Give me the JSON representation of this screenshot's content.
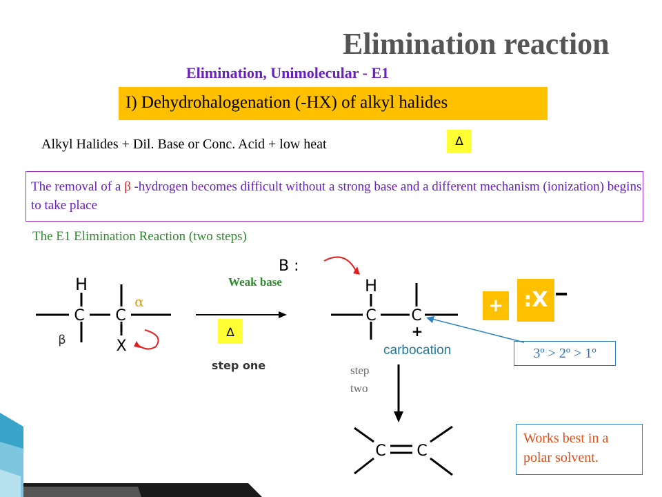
{
  "title": "Elimination reaction",
  "subtitle": "Elimination, Unimolecular - E1",
  "banner": "I) Dehydrohalogenation  (-HX) of alkyl halides",
  "reagents_text": "Alkyl Halides  +  Dil. Base or Conc. Acid + low heat",
  "delta_symbol": "∆",
  "note": {
    "part1": "The removal of a ",
    "beta": "β",
    "part2": " -hydrogen becomes difficult without a strong base and a different mechanism  (ionization) begins to take place"
  },
  "e1_label": "The E1 Elimination Reaction  (two steps)",
  "reactant": {
    "h": "H",
    "c1": "C",
    "c2": "C",
    "x": "X",
    "alpha": "α",
    "beta": "β"
  },
  "step_one": {
    "weak_base": "Weak base",
    "delta": "∆",
    "label": "step one"
  },
  "base": {
    "label": "B  :"
  },
  "intermediate": {
    "h": "H",
    "c1": "C",
    "c2": "C",
    "plus": "+",
    "label": "carbocation"
  },
  "leaving_group": {
    "plus": "+",
    "x": ":X"
  },
  "stability_order": "3º > 2º > 1º",
  "step_two": {
    "line1": "step",
    "line2": "two"
  },
  "product": {
    "c1": "C",
    "c2": "C"
  },
  "solvent_note": {
    "line1": "Works best in a",
    "line2": "polar solvent."
  },
  "colors": {
    "title": "#555555",
    "subtitle": "#6a1fc0",
    "banner_bg": "#ffc000",
    "delta_bg": "#ffff33",
    "step_green": "#2c8a2c",
    "carbocation": "#1f7a9a",
    "arrow_red": "#e02020",
    "solvent_text": "#e0501a",
    "box_border_blue": "#2a7fbf"
  }
}
